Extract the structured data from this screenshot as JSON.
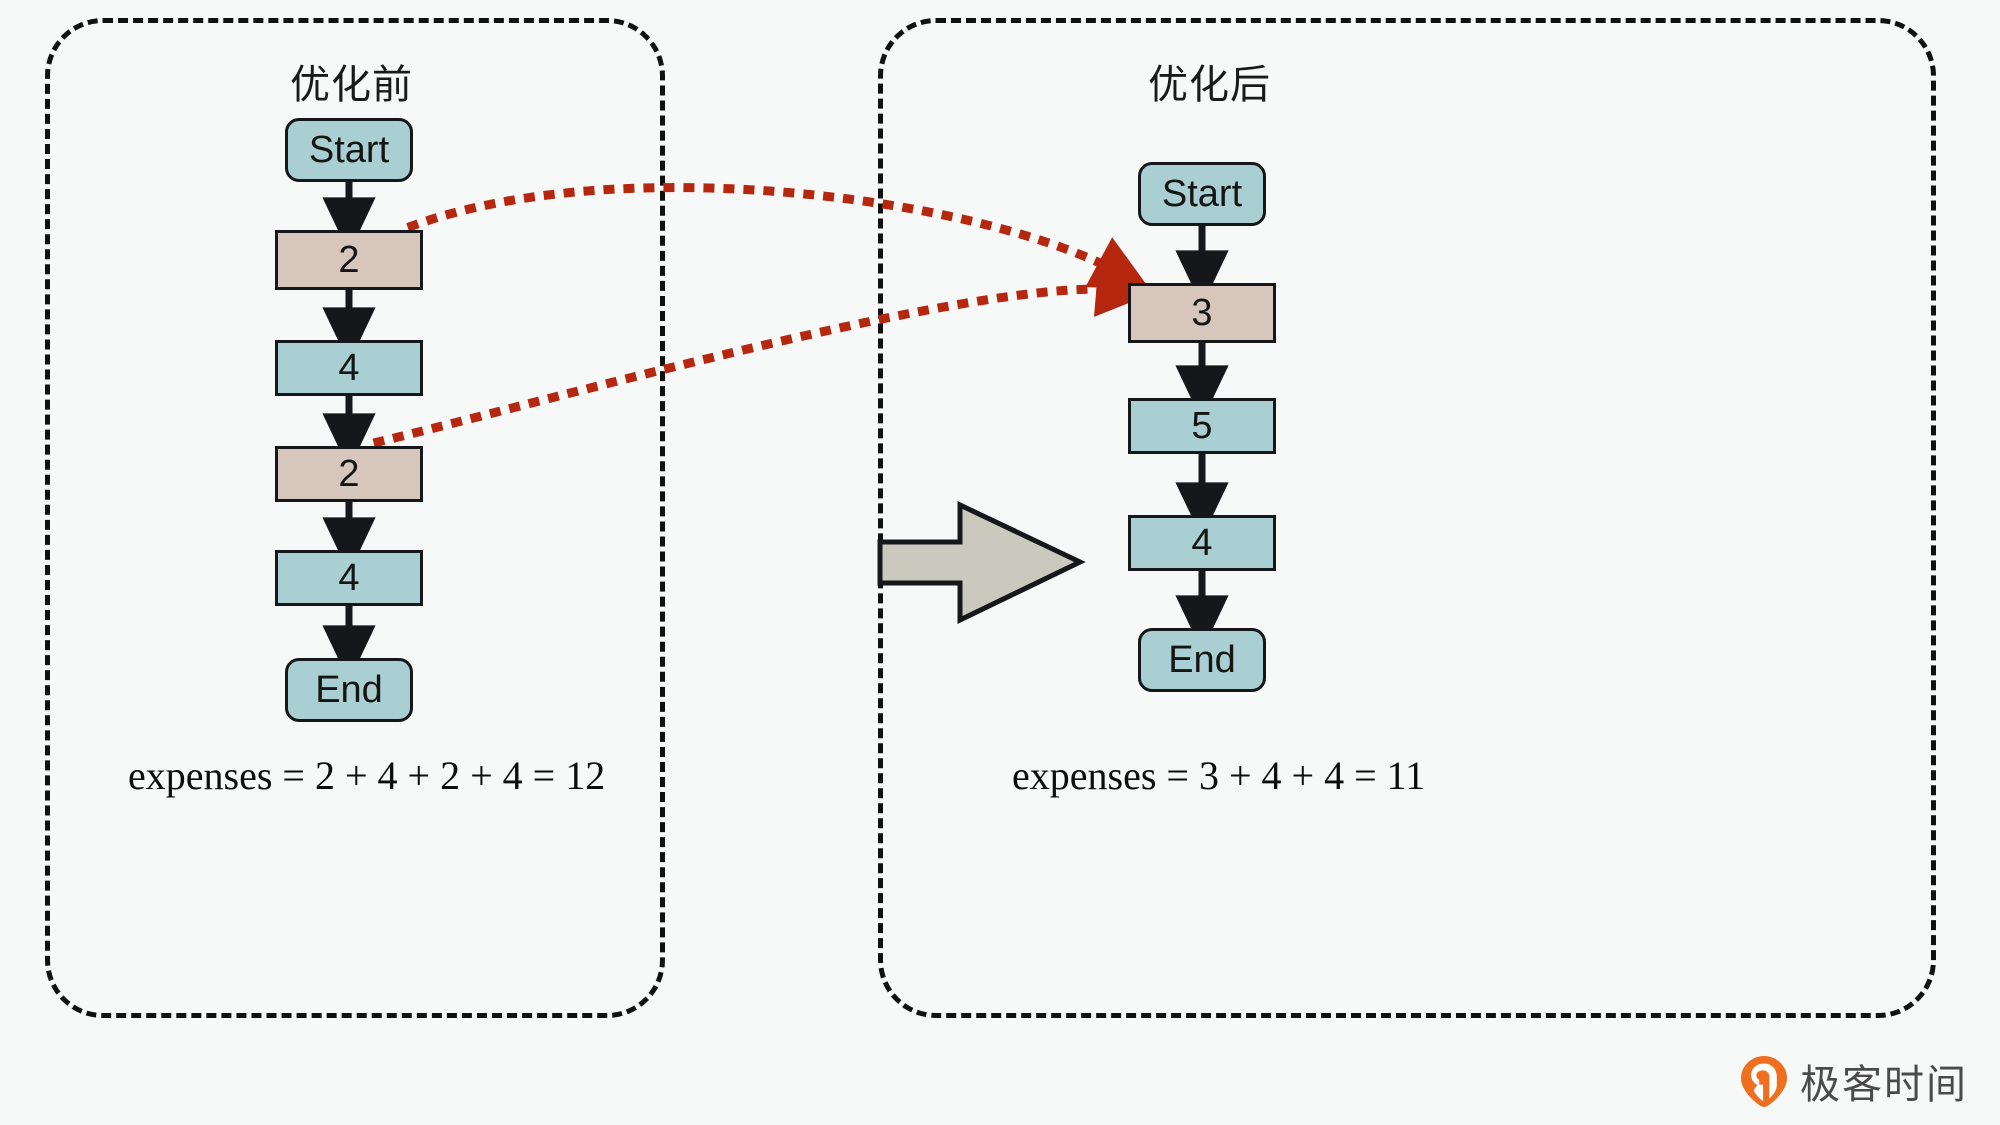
{
  "panels": {
    "before": {
      "title": "优化前",
      "formula": "expenses = 2 + 4 + 2 + 4 = 12",
      "nodes": [
        {
          "label": "Start",
          "shape": "terminal",
          "fill": "#a9cfd2"
        },
        {
          "label": "2",
          "shape": "process",
          "fill": "#d6c6bb"
        },
        {
          "label": "4",
          "shape": "process",
          "fill": "#a9cfd2"
        },
        {
          "label": "2",
          "shape": "process",
          "fill": "#d6c6bb"
        },
        {
          "label": "4",
          "shape": "process",
          "fill": "#a9cfd2"
        },
        {
          "label": "End",
          "shape": "terminal",
          "fill": "#a9cfd2"
        }
      ]
    },
    "after": {
      "title": "优化后",
      "formula": "expenses = 3 + 4 + 4 = 11",
      "nodes": [
        {
          "label": "Start",
          "shape": "terminal",
          "fill": "#a9cfd2"
        },
        {
          "label": "3",
          "shape": "process",
          "fill": "#d6c6bb"
        },
        {
          "label": "5",
          "shape": "process",
          "fill": "#a9cfd2"
        },
        {
          "label": "4",
          "shape": "process",
          "fill": "#a9cfd2"
        },
        {
          "label": "End",
          "shape": "terminal",
          "fill": "#a9cfd2"
        }
      ]
    }
  },
  "transform_arrow": {
    "name": "big-right-arrow",
    "fill": "#c9c9be",
    "stroke": "#16171a"
  },
  "merge_links": [
    {
      "from": "before.2 (first)",
      "to": "after.3",
      "style": "dotted",
      "color": "#b5270f"
    },
    {
      "from": "before.2 (second)",
      "to": "after.3",
      "style": "dotted",
      "color": "#b5270f"
    }
  ],
  "colors": {
    "background": "#f7f9f8",
    "teal": "#a9cfd2",
    "tan": "#d6c6bb",
    "outline": "#16171a",
    "panel_border": "#111111",
    "merge_red": "#b5270f",
    "arrow_gray": "#c9c9be",
    "watermark_orange": "#ef6f1e"
  },
  "watermark": {
    "text": "极客时间",
    "logo_icon": "geektime-pin-logo-icon"
  }
}
